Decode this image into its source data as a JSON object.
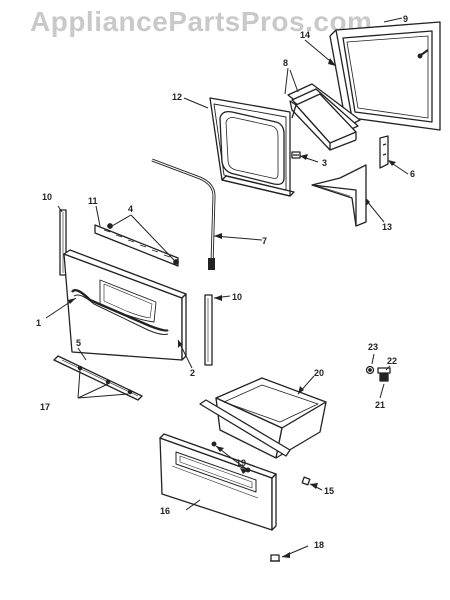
{
  "watermark": "AppliancePartsPros.com",
  "callouts": [
    {
      "id": "c9",
      "text": "9"
    },
    {
      "id": "c14",
      "text": "14"
    },
    {
      "id": "c8",
      "text": "8"
    },
    {
      "id": "c12",
      "text": "12"
    },
    {
      "id": "c3",
      "text": "3"
    },
    {
      "id": "c6",
      "text": "6"
    },
    {
      "id": "c13",
      "text": "13"
    },
    {
      "id": "c10a",
      "text": "10"
    },
    {
      "id": "c11",
      "text": "11"
    },
    {
      "id": "c4",
      "text": "4"
    },
    {
      "id": "c7",
      "text": "7"
    },
    {
      "id": "c10b",
      "text": "10"
    },
    {
      "id": "c1",
      "text": "1"
    },
    {
      "id": "c2",
      "text": "2"
    },
    {
      "id": "c5",
      "text": "5"
    },
    {
      "id": "c17",
      "text": "17"
    },
    {
      "id": "c20",
      "text": "20"
    },
    {
      "id": "c23",
      "text": "23"
    },
    {
      "id": "c22",
      "text": "22"
    },
    {
      "id": "c21",
      "text": "21"
    },
    {
      "id": "c19",
      "text": "19"
    },
    {
      "id": "c15",
      "text": "15"
    },
    {
      "id": "c16",
      "text": "16"
    },
    {
      "id": "c18",
      "text": "18"
    }
  ]
}
